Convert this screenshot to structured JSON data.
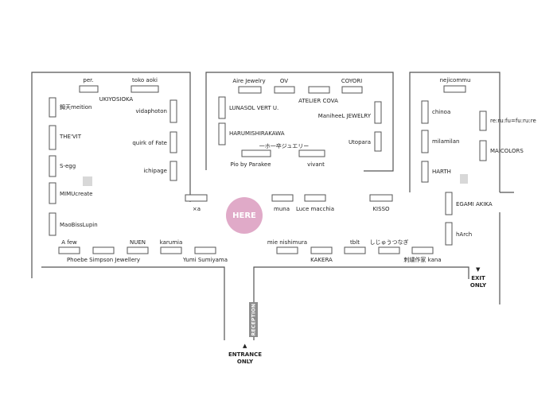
{
  "you_are_here": "HERE",
  "reception": "RECEPTION",
  "entrance": {
    "line1": "ENTRANCE",
    "line2": "ONLY"
  },
  "exit": {
    "line1": "EXIT",
    "line2": "ONLY"
  },
  "booths": {
    "per": "per.",
    "toko_aoki": "toko aoki",
    "ukiyosioka": "UKIYOSIOKA",
    "meition": "鉧天meition",
    "vidaphoton": "vidaphoton",
    "thevit": "THE'VIT",
    "quirk_of_fate": "quirk of Fate",
    "s_egg": "S-egg",
    "ichipage": "ichipage",
    "mimucreate": "MIMUcreate",
    "maobisslupin": "MaoBissLupin",
    "xa": "×a",
    "aire_jewelry": "Aire Jewelry",
    "ov": "OV",
    "coyori": "COYORI",
    "lunasol": "LUNASOL VERT U.",
    "atelier_cova": "ATELIER COVA",
    "manihee": "ManiheeL JEWELRY",
    "harumi": "HARUMISHIRAKAWA",
    "ippo_ichiza": "一ホ一卒ジュエリー",
    "utopara": "Utopara",
    "pio": "Pio by Parakee",
    "vivant": "vivant",
    "muna": "muna",
    "luce": "Luce macchia",
    "kisso": "KISSO",
    "nejicommu": "nejicommu",
    "chinoa": "chinoa",
    "rerufu": "re:ru:fu=fu:ru:re",
    "milamilan": "milamilan",
    "maicolors": "MAICOLORS",
    "harth": "HARTH",
    "egami": "EGAMI AKIKA",
    "harch": "hArch",
    "a_few": "A few",
    "nuen": "NUEN",
    "karumia": "karumia",
    "phoebe": "Phoebe Simpson Jewellery",
    "yumi": "Yumi Sumiyama",
    "mie": "mie nishimura",
    "tblt": "tblt",
    "shishou": "しじゅうつなぎ",
    "kakera": "KAKERA",
    "kana": "刺繍作家 kana"
  }
}
